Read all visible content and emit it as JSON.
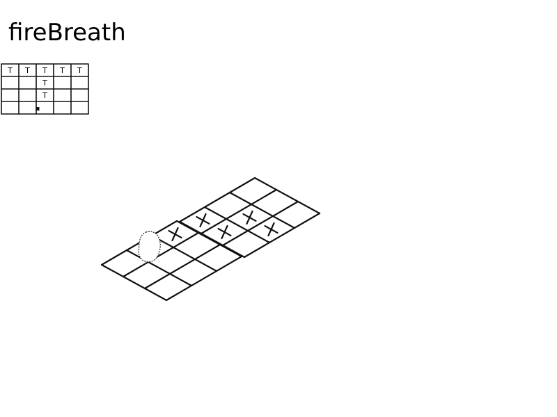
{
  "title": "fireBreath",
  "pattern_grid": {
    "rows": 4,
    "cols": 5,
    "cells": [
      {
        "row": 0,
        "col": 0,
        "mark": "T"
      },
      {
        "row": 0,
        "col": 1,
        "mark": "T"
      },
      {
        "row": 0,
        "col": 2,
        "mark": "T"
      },
      {
        "row": 0,
        "col": 3,
        "mark": "T"
      },
      {
        "row": 0,
        "col": 4,
        "mark": "T"
      },
      {
        "row": 1,
        "col": 2,
        "mark": "T"
      },
      {
        "row": 2,
        "col": 2,
        "mark": "T"
      },
      {
        "row": 3,
        "col": 2,
        "mark": "origin"
      }
    ]
  },
  "board": {
    "left_grid": {
      "rows": 3,
      "cols": 3,
      "marks": [
        {
          "row": 0,
          "col": 2,
          "mark": "X"
        }
      ],
      "caster": {
        "row": 0,
        "col": 1
      }
    },
    "right_grid": {
      "rows": 3,
      "cols": 3,
      "marks": [
        {
          "row": 0,
          "col": 0,
          "mark": "X"
        },
        {
          "row": 1,
          "col": 0,
          "mark": "X"
        },
        {
          "row": 1,
          "col": 1,
          "mark": "X"
        },
        {
          "row": 2,
          "col": 1,
          "mark": "X"
        }
      ]
    }
  },
  "colors": {
    "ink": "#111111",
    "background": "#ffffff"
  }
}
